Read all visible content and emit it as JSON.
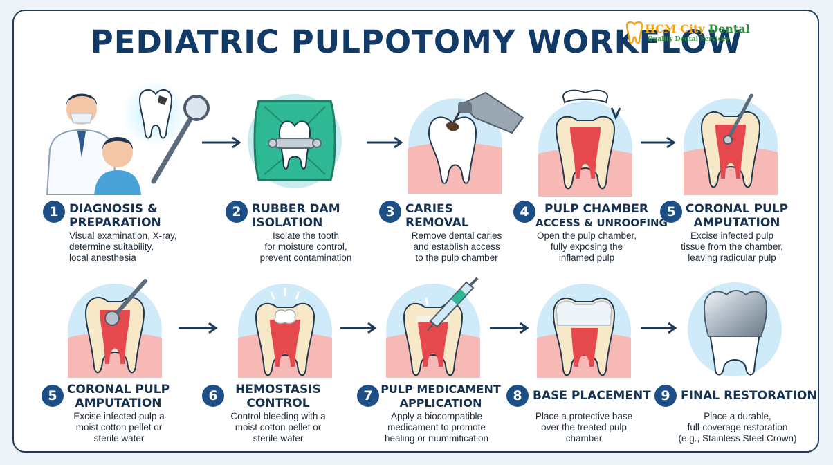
{
  "title": "PEDIATRIC PULPOTOMY WORKFLOW",
  "logo": {
    "name_a": "HCM City",
    "name_b": "Dental",
    "tagline": "Quality Dental Services"
  },
  "colors": {
    "navy": "#1d4f86",
    "gum": "#f6b9b6",
    "pulp": "#e5484d",
    "dam": "#2fb894",
    "circle_bg": "#cfeaf8"
  },
  "steps": [
    {
      "num": "1",
      "title_lines": [
        "DIAGNOSIS &",
        "PREPARATION"
      ],
      "desc_lines": [
        "Visual examination, X-ray,",
        "determine suitability,",
        "local anesthesia"
      ]
    },
    {
      "num": "2",
      "title_lines": [
        "RUBBER DAM",
        "ISOLATION"
      ],
      "desc_lines": [
        "Isolate the tooth",
        "for moisture control,",
        "prevent contamination"
      ]
    },
    {
      "num": "3",
      "title_lines": [
        "CARIES",
        "REMOVAL"
      ],
      "desc_lines": [
        "Remove dental caries",
        "and establish access",
        "to the pulp chamber"
      ]
    },
    {
      "num": "4",
      "title_lines": [
        "PULP CHAMBER",
        "ACCESS & UNROOFING"
      ],
      "desc_lines": [
        "Open the pulp chamber,",
        "fully exposing the",
        "inflamed pulp"
      ]
    },
    {
      "num": "5",
      "title_lines": [
        "CORONAL PULP",
        "AMPUTATION"
      ],
      "desc_lines": [
        "Excise infected pulp",
        "tissue from the chamber,",
        "leaving radicular pulp"
      ]
    },
    {
      "num": "5",
      "title_lines": [
        "CORONAL PULP",
        "AMPUTATION"
      ],
      "desc_lines": [
        "Excise infected pulp a",
        "moist cotton pellet or",
        "sterile water"
      ]
    },
    {
      "num": "6",
      "title_lines": [
        "HEMOSTASIS",
        "CONTROL"
      ],
      "desc_lines": [
        "Control bleeding with a",
        "moist cotton pellet or",
        "sterile water"
      ]
    },
    {
      "num": "7",
      "title_lines": [
        "PULP MEDICAMENT",
        "APPLICATION"
      ],
      "desc_lines": [
        "Apply a biocompatible",
        "medicament to promote",
        "healing or mummification"
      ]
    },
    {
      "num": "8",
      "title_lines": [
        "BASE PLACEMENT"
      ],
      "desc_lines": [
        "Place a protective base",
        "over the treated pulp",
        "chamber"
      ]
    },
    {
      "num": "9",
      "title_lines": [
        "FINAL RESTORATION"
      ],
      "desc_lines": [
        "Place a durable,",
        "full-coverage restoration",
        "(e.g., Stainless Steel Crown)"
      ]
    }
  ]
}
